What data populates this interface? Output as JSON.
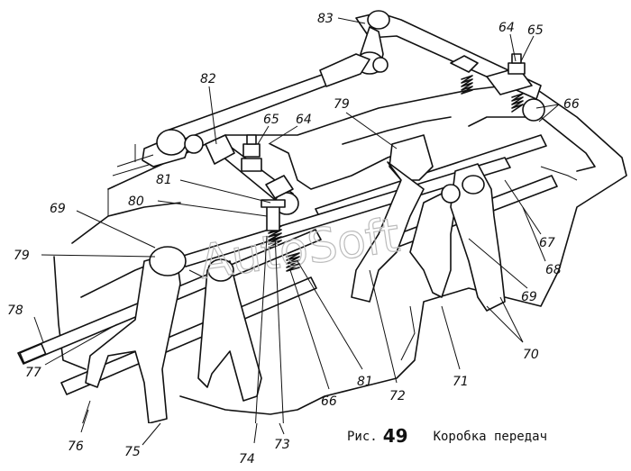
{
  "caption": {
    "prefix": "Рис.",
    "number": "49",
    "title": "Коробка передач"
  },
  "watermark": "AutoSoft",
  "callouts": {
    "c83": "83",
    "c64a": "64",
    "c65a": "65",
    "c82": "82",
    "c65b": "65",
    "c64b": "64",
    "c79a": "79",
    "c66a": "66",
    "c81a": "81",
    "c80": "80",
    "c69a": "69",
    "c79b": "79",
    "c67": "67",
    "c68": "68",
    "c69b": "69",
    "c78": "78",
    "c70": "70",
    "c77": "77",
    "c71": "71",
    "c81b": "81",
    "c72": "72",
    "c66b": "66",
    "c73": "73",
    "c74": "74",
    "c75": "75",
    "c76": "76"
  }
}
